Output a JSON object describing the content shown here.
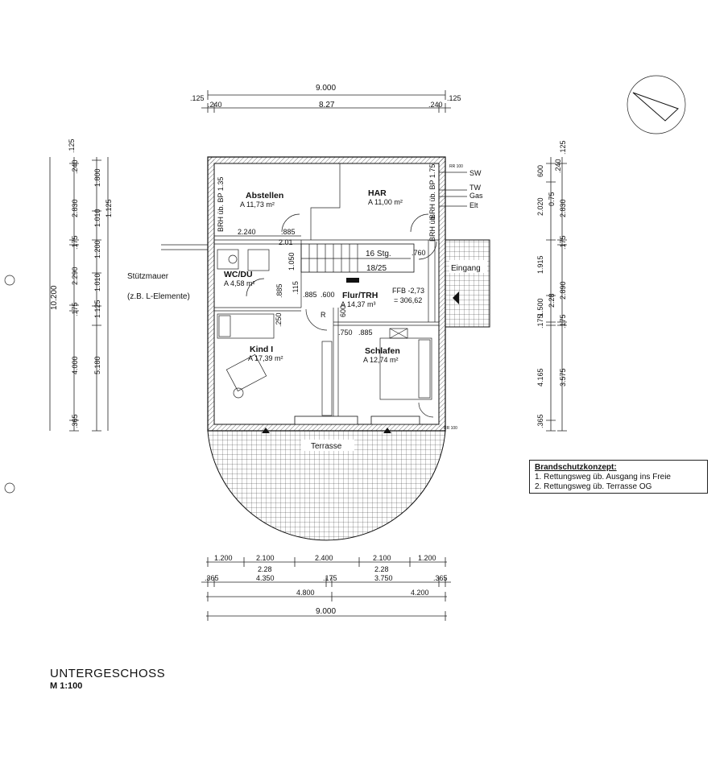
{
  "title": {
    "main": "UNTERGESCHOSS",
    "scale": "M 1:100"
  },
  "notes": {
    "heading": "Brandschutzkonzept:",
    "items": [
      "1. Rettungsweg üb. Ausgang ins Freie",
      "2. Rettungsweg üb. Terrasse OG"
    ]
  },
  "rooms": {
    "abstellen": {
      "name": "Abstellen",
      "area": "A 11,73 m²"
    },
    "har": {
      "name": "HAR",
      "area": "A 11,00 m²"
    },
    "wc": {
      "name": "WC/DU",
      "area": "A 4,58 m²"
    },
    "flur": {
      "name": "Flur/TRH",
      "area": "A 14,37 m³"
    },
    "kind": {
      "name": "Kind I",
      "area": "A 17,39 m²"
    },
    "schlafen": {
      "name": "Schlafen",
      "area": "A 12,74 m²"
    },
    "eingang": {
      "name": "Eingang"
    },
    "terrasse": {
      "name": "Terrasse"
    }
  },
  "stair": {
    "steps": "16 Stg.",
    "ratio": "18/25"
  },
  "ffb": {
    "label": "FFB  -2,73",
    "value": "= 306,62"
  },
  "retaining_wall": {
    "line1": "Stützmauer",
    "line2": "(z.B. L-Elemente)"
  },
  "utilities": [
    "SW",
    "TW",
    "Gas",
    "Elt"
  ],
  "wall_labels": {
    "brh_left": "BRH üb. BP 1.35",
    "brh_har": "BRH üb. BP 1.75",
    "brh_right": "BRH üb."
  },
  "rr": [
    "RR 100",
    "RR 100"
  ],
  "door_label": "R",
  "dims_top": {
    "overall": "9.000",
    "inner": "8.27",
    "left_a": ".125",
    "left_b": ".240",
    "right_a": ".125",
    "right_b": ".240"
  },
  "dims_bottom": {
    "row1": [
      "1.200",
      "2.100",
      "2.400",
      "2.100",
      "1.200"
    ],
    "row2": [
      "2.28",
      "2.28"
    ],
    "row3": [
      ".365",
      "4.350",
      ".175",
      "3.750",
      ".365"
    ],
    "row4": [
      "4.800",
      "4.200"
    ],
    "row5": [
      "9.000"
    ]
  },
  "dims_left": {
    "outer": "10.200",
    "col_a": [
      ".240",
      "2.830",
      ".175",
      "2.290",
      ".175",
      "4.000",
      ".365"
    ],
    "col_b": [
      ".125",
      "1.800",
      "1.010",
      "1.200",
      "1.010",
      "1.125",
      "5.180"
    ],
    "col_c": [
      "1.125"
    ]
  },
  "dims_right": {
    "col_a": [
      ".240",
      "2.020",
      "1.915",
      "1.500",
      ".175",
      "4.165",
      ".365"
    ],
    "col_b": [
      ".125",
      "600",
      "0.75",
      "2.830",
      ".175",
      "2.28",
      "2.890",
      ".175",
      "3.575"
    ]
  },
  "interior_dims": {
    "a": "2.240",
    "b": ".885",
    "c": "2.01",
    "d": "1.050",
    "e": ".885",
    "f": ".115",
    "g": ".885",
    "h": ".600",
    "i": ".760",
    "j": ".250",
    "k": "600",
    "l": ".750",
    "m": ".885"
  },
  "colors": {
    "line": "#111111",
    "background": "#ffffff"
  }
}
